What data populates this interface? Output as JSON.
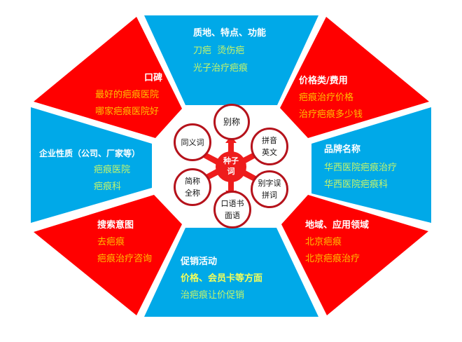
{
  "colors": {
    "red": "#ff0000",
    "blue": "#00a9e8",
    "hub_ring": "#b5121b",
    "title_text": "#ffffff",
    "red_item_text": "#ffc000",
    "blue_item_text": "#c6f56a"
  },
  "center": {
    "label_line1": "种子",
    "label_line2": "词",
    "satellites": [
      {
        "line1": "别称",
        "line2": ""
      },
      {
        "line1": "拼音",
        "line2": "英文"
      },
      {
        "line1": "别字误",
        "line2": "拼词"
      },
      {
        "line1": "口语书",
        "line2": "面语"
      },
      {
        "line1": "简称",
        "line2": "全称"
      },
      {
        "line1": "同义词",
        "line2": ""
      }
    ]
  },
  "segments": {
    "top": {
      "color": "blue",
      "title": "质地、特点、功能",
      "items": [
        "刀疤  烫伤疤",
        "光子治疗疤痕"
      ]
    },
    "top_right": {
      "color": "red",
      "title": "价格类/费用",
      "items": [
        "疤痕治疗价格",
        "治疗疤痕多少钱"
      ]
    },
    "right": {
      "color": "blue",
      "title": "品牌名称",
      "items": [
        "华西医院疤痕治疗",
        "华西医院疤痕科"
      ]
    },
    "bottom_right": {
      "color": "red",
      "title": "地域、应用领域",
      "items": [
        "北京疤痕",
        "北京疤痕治疗"
      ]
    },
    "bottom": {
      "color": "blue",
      "title": "促销活动",
      "items": [
        "价格、会员卡等方面",
        "治疤痕让价促销"
      ]
    },
    "bottom_left": {
      "color": "red",
      "title": "搜索意图",
      "items": [
        "去疤痕",
        "疤痕治疗咨询"
      ]
    },
    "left": {
      "color": "blue",
      "title": "企业性质（公司、厂家等）",
      "items": [
        "疤痕医院",
        "疤痕科"
      ]
    },
    "top_left": {
      "color": "red",
      "title": "口碑",
      "items": [
        "最好的疤痕医院",
        "哪家疤痕医院好"
      ]
    }
  }
}
